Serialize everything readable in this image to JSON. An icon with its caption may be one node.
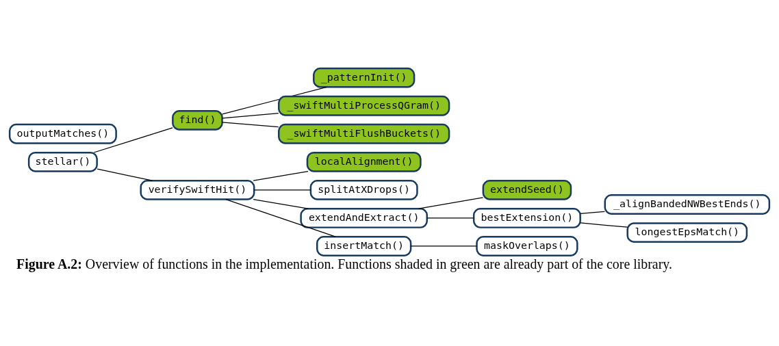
{
  "diagram": {
    "caption": "**Figure A.2:** Overview of functions in the implementation. Functions shaded in green are already part of the core library.",
    "nodes": [
      {
        "text": [
          "stellar()"
        ]
      },
      {
        "text": [
          "find()"
        ]
      },
      {
        "text": [
          "_patternInit()"
        ]
      },
      {
        "text": [
          "_swiftMultiProcessQGram()"
        ]
      },
      {
        "text": [
          "_swiftMultiFlushBuckets()"
        ]
      },
      {
        "text": [
          "verifySwiftHit()"
        ]
      },
      {
        "text": [
          "localAlignment()"
        ]
      },
      {
        "text": [
          "splitAtXDrops()"
        ]
      },
      {
        "text": [
          "extendAndExtract()"
        ]
      },
      {
        "text": [
          "extendSeed()"
        ]
      },
      {
        "text": [
          "bestExtension()"
        ]
      },
      {
        "text": [
          "_alignBandedNWBestEnds()"
        ]
      },
      {
        "text": [
          "longestEpsMatch()"
        ]
      },
      {
        "text": [
          "insertMatch()"
        ]
      },
      {
        "text": [
          "maskOverlaps()"
        ]
      },
      {
        "text": [
          "outputMatches()"
        ]
      }
    ],
    "edges": [
      {
        "from": 0,
        "to": 1,
        "arrow": "none"
      },
      {
        "from": 1,
        "to": 2,
        "arrow": "none"
      },
      {
        "from": 1,
        "to": 3,
        "arrow": "none"
      },
      {
        "from": 1,
        "to": 4,
        "arrow": "none"
      },
      {
        "from": 0,
        "to": 5,
        "arrow": "none"
      },
      {
        "from": 5,
        "to": 6,
        "arrow": "none"
      },
      {
        "from": 5,
        "to": 7,
        "arrow": "none"
      },
      {
        "from": 5,
        "to": 8,
        "arrow": "none"
      },
      {
        "from": 8,
        "to": 9,
        "arrow": "none"
      },
      {
        "from": 8,
        "to": 10,
        "arrow": "none"
      },
      {
        "from": 10,
        "to": 11,
        "arrow": "none"
      },
      {
        "from": 10,
        "to": 12,
        "arrow": "none"
      },
      {
        "from": 5,
        "to": 13,
        "arrow": "none"
      },
      {
        "from": 13,
        "to": 14,
        "arrow": "none"
      }
    ]
  }
}
